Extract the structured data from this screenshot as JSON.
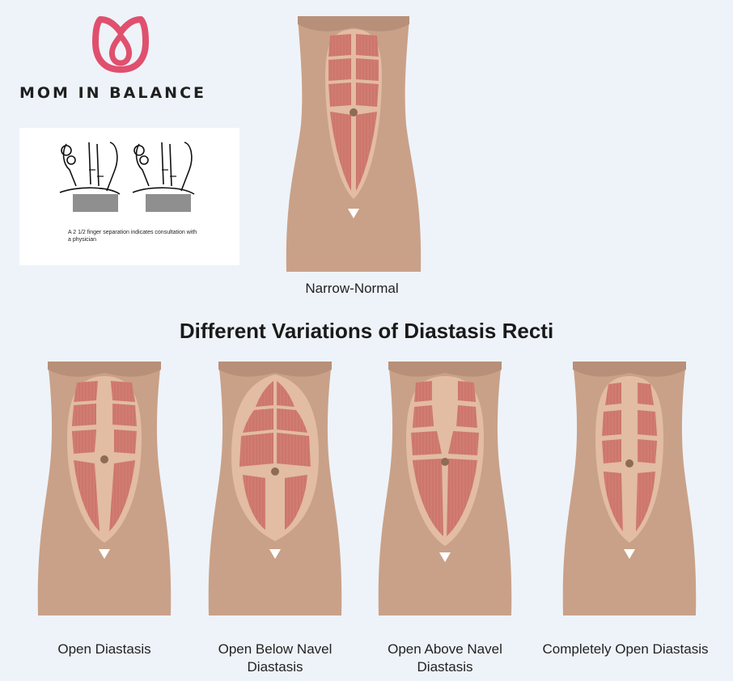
{
  "brand": {
    "name": "MOM IN BALANCE",
    "accent": "#e0506e"
  },
  "inset": {
    "caption": "A 2 1/2 finger separation indicates consultation with a physician"
  },
  "diagram": {
    "title": "Different Variations of Diastasis Recti",
    "reference": {
      "label": "Narrow-Normal"
    },
    "variations": [
      {
        "label": "Open Diastasis"
      },
      {
        "label": "Open Below Navel Diastasis"
      },
      {
        "label": "Open Above Navel Diastasis"
      },
      {
        "label": "Completely Open Diastasis"
      }
    ]
  },
  "colors": {
    "skin": "#c9a188",
    "skin_light": "#e2bca3",
    "muscle": "#cf7a70",
    "navel": "#8d6b55"
  }
}
